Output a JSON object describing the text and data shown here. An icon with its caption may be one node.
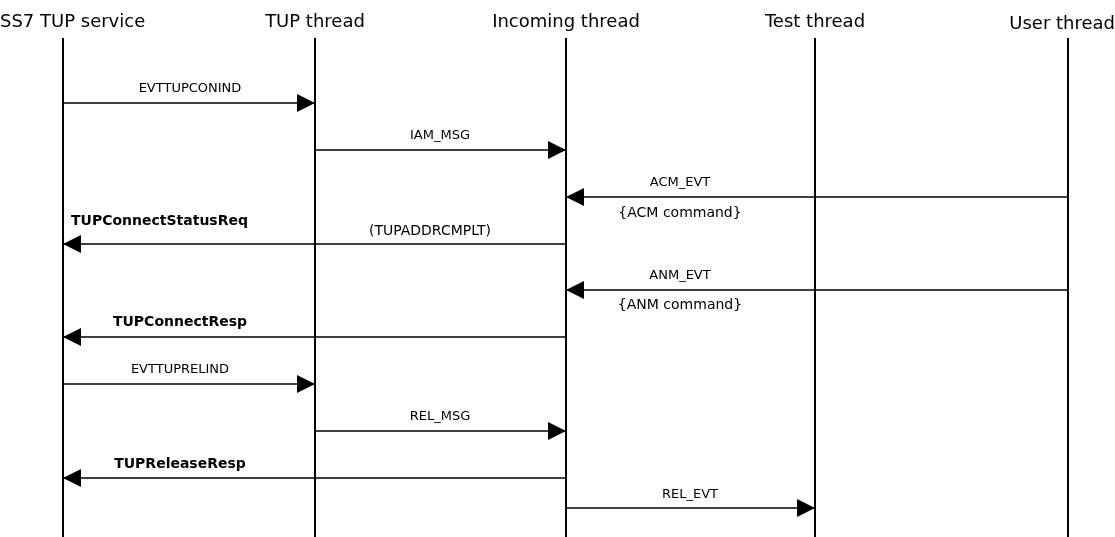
{
  "diagram": {
    "nodes": [
      {
        "text": [
          "SS7 TUP service"
        ]
      },
      {
        "text": [
          "TUP thread"
        ]
      },
      {
        "text": [
          "Incoming thread"
        ]
      },
      {
        "text": [
          "Test thread"
        ]
      },
      {
        "text": [
          "User thread"
        ]
      }
    ],
    "edges": [
      {
        "from": 0,
        "to": 1,
        "arrow": "to",
        "label": "EVTTUPCONIND"
      },
      {
        "from": 1,
        "to": 2,
        "arrow": "to",
        "label": "IAM_MSG"
      },
      {
        "from": 4,
        "to": 2,
        "arrow": "to",
        "label": "ACM_EVT"
      },
      {
        "from": 2,
        "to": 0,
        "arrow": "to",
        "label": "TUPConnectStatusReq"
      },
      {
        "from": 4,
        "to": 2,
        "arrow": "to",
        "label": "ANM_EVT"
      },
      {
        "from": 2,
        "to": 0,
        "arrow": "to",
        "label": "TUPConnectResp"
      },
      {
        "from": 0,
        "to": 1,
        "arrow": "to",
        "label": "EVTTUPRELIND"
      },
      {
        "from": 1,
        "to": 2,
        "arrow": "to",
        "label": "REL_MSG"
      },
      {
        "from": 2,
        "to": 0,
        "arrow": "to",
        "label": "TUPReleaseResp"
      },
      {
        "from": 2,
        "to": 3,
        "arrow": "to",
        "label": "REL_EVT"
      }
    ],
    "labels": [
      "{ACM command}",
      "(TUPADDRCMPLT)",
      "{ANM command}"
    ]
  }
}
